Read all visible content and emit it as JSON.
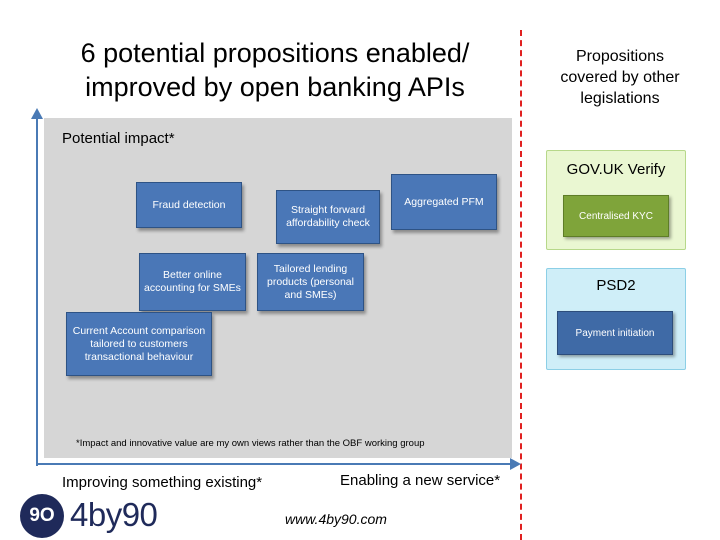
{
  "title_line1": "6 potential propositions enabled/",
  "title_line2": "improved by open banking APIs",
  "right_title_line1": "Propositions",
  "right_title_line2": "covered by other",
  "right_title_line3": "legislations",
  "y_axis_label": "Potential impact*",
  "x_axis_left_label": "Improving something existing*",
  "x_axis_right_label": "Enabling a new service*",
  "footnote": "*Impact and innovative value are my own views rather than the OBF working group",
  "propositions": [
    {
      "label": "Fraud detection"
    },
    {
      "label": "Straight forward affordability check"
    },
    {
      "label": "Aggregated PFM"
    },
    {
      "label": "Better online accounting for SMEs"
    },
    {
      "label": "Tailored lending products (personal and SMEs)"
    },
    {
      "label": "Current Account comparison tailored to customers transactional behaviour"
    }
  ],
  "legislations": [
    {
      "title": "GOV.UK Verify",
      "item": "Centralised KYC"
    },
    {
      "title": "PSD2",
      "item": "Payment initiation"
    }
  ],
  "logo_mark": "9O",
  "logo_text": "4by90",
  "website": "www.4by90.com",
  "colors": {
    "proposition_box": "#4a77b7",
    "axis": "#4a7ab5",
    "divider": "#e02020",
    "verify_bg": "#eaf7d2",
    "verify_inner": "#7fa43a",
    "psd2_bg": "#cfeef8",
    "psd2_inner": "#3f6aa6"
  }
}
